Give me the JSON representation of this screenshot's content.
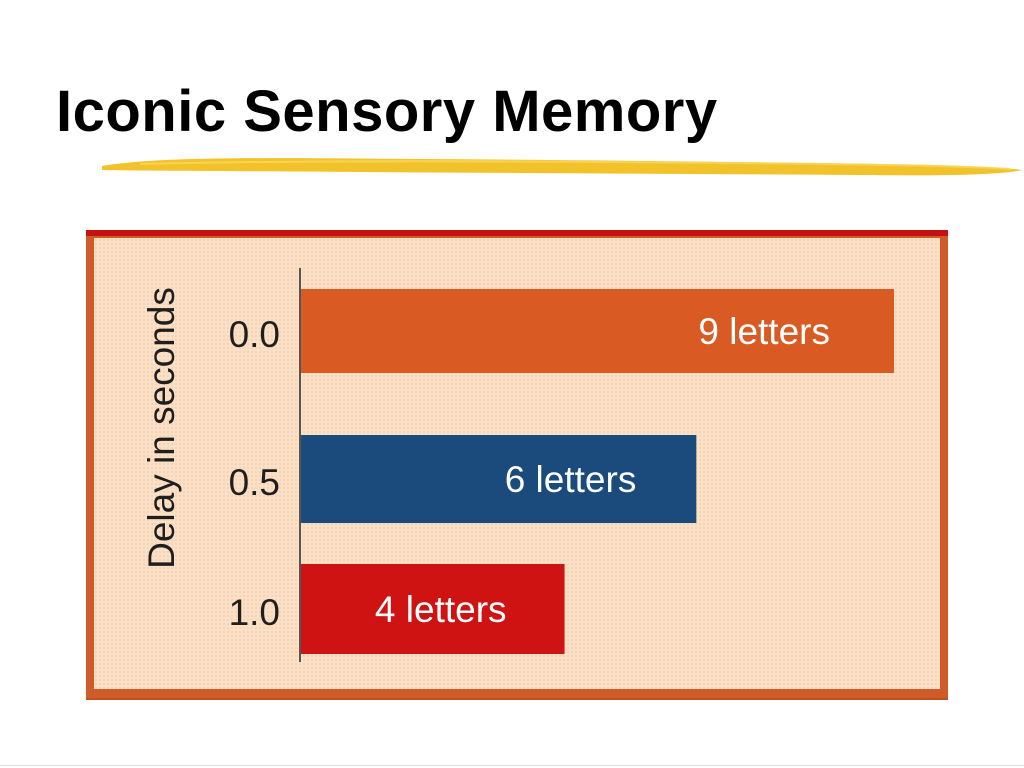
{
  "slide": {
    "title": "Iconic Sensory Memory"
  },
  "colors": {
    "underline": "#f2c22a",
    "frame": "#cf5a2a",
    "frame_top": "#c81010",
    "plot_background": "#fbe0c6",
    "axis": "#555555"
  },
  "chart_data": {
    "type": "bar",
    "orientation": "horizontal",
    "title": "",
    "ylabel": "Delay in seconds",
    "xlabel": "",
    "categories": [
      "0.0",
      "0.5",
      "1.0"
    ],
    "values": [
      9,
      6,
      4
    ],
    "value_unit": "letters",
    "data_labels": [
      "9 letters",
      "6 letters",
      "4 letters"
    ],
    "bar_colors": [
      "#d95a22",
      "#1b4a7c",
      "#cf1212"
    ],
    "xlim": [
      0,
      9
    ],
    "grid": false,
    "legend": "none"
  }
}
